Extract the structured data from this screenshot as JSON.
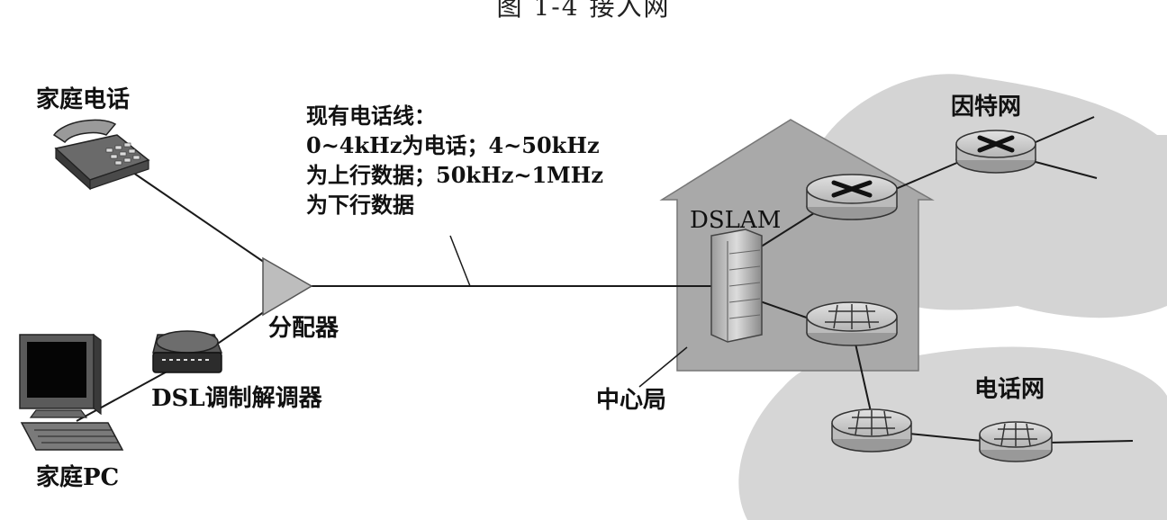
{
  "figure": {
    "title": "图 1-4 接入网"
  },
  "labels": {
    "home_phone": "家庭电话",
    "existing_line_caption": [
      "现有电话线：",
      "0~4kHz为电话；4~50kHz",
      "为上行数据；50kHz~1MHz",
      "为下行数据"
    ],
    "splitter": "分配器",
    "dsl_modem": "DSL调制解调器",
    "home_pc": "家庭PC",
    "dslam": "DSLAM",
    "central_office": "中心局",
    "internet": "因特网",
    "telephone_network": "电话网"
  },
  "colors": {
    "house_fill": "#a8a8a8",
    "cloud_fill": "#d2d2d2",
    "router_fill": "#c4c4c4",
    "line": "#1a1a1a"
  }
}
